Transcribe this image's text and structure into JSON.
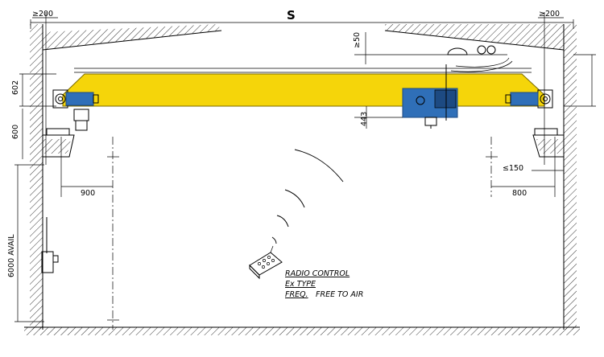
{
  "drawing": {
    "span_label": "S",
    "clearance_left": "≥200",
    "clearance_right": "≥200",
    "top_clearance": "≥50",
    "beam_height": "602",
    "hook_offset": "443",
    "rail_height": "600",
    "left_approach": "900",
    "right_approach": "800",
    "right_end_clearance": "≤150",
    "runway_height": "6000 AVAIL",
    "remote_note": {
      "line1": "RADIO CONTROL",
      "line2": "Ex TYPE",
      "line3_label": "FREQ.",
      "line3_value": "FREE TO AIR"
    },
    "colors": {
      "girder": "#f5d50a",
      "girder_edge": "#7a6a00",
      "hoist": "#2f6fb8",
      "hoist_dark": "#1d4a82"
    }
  }
}
